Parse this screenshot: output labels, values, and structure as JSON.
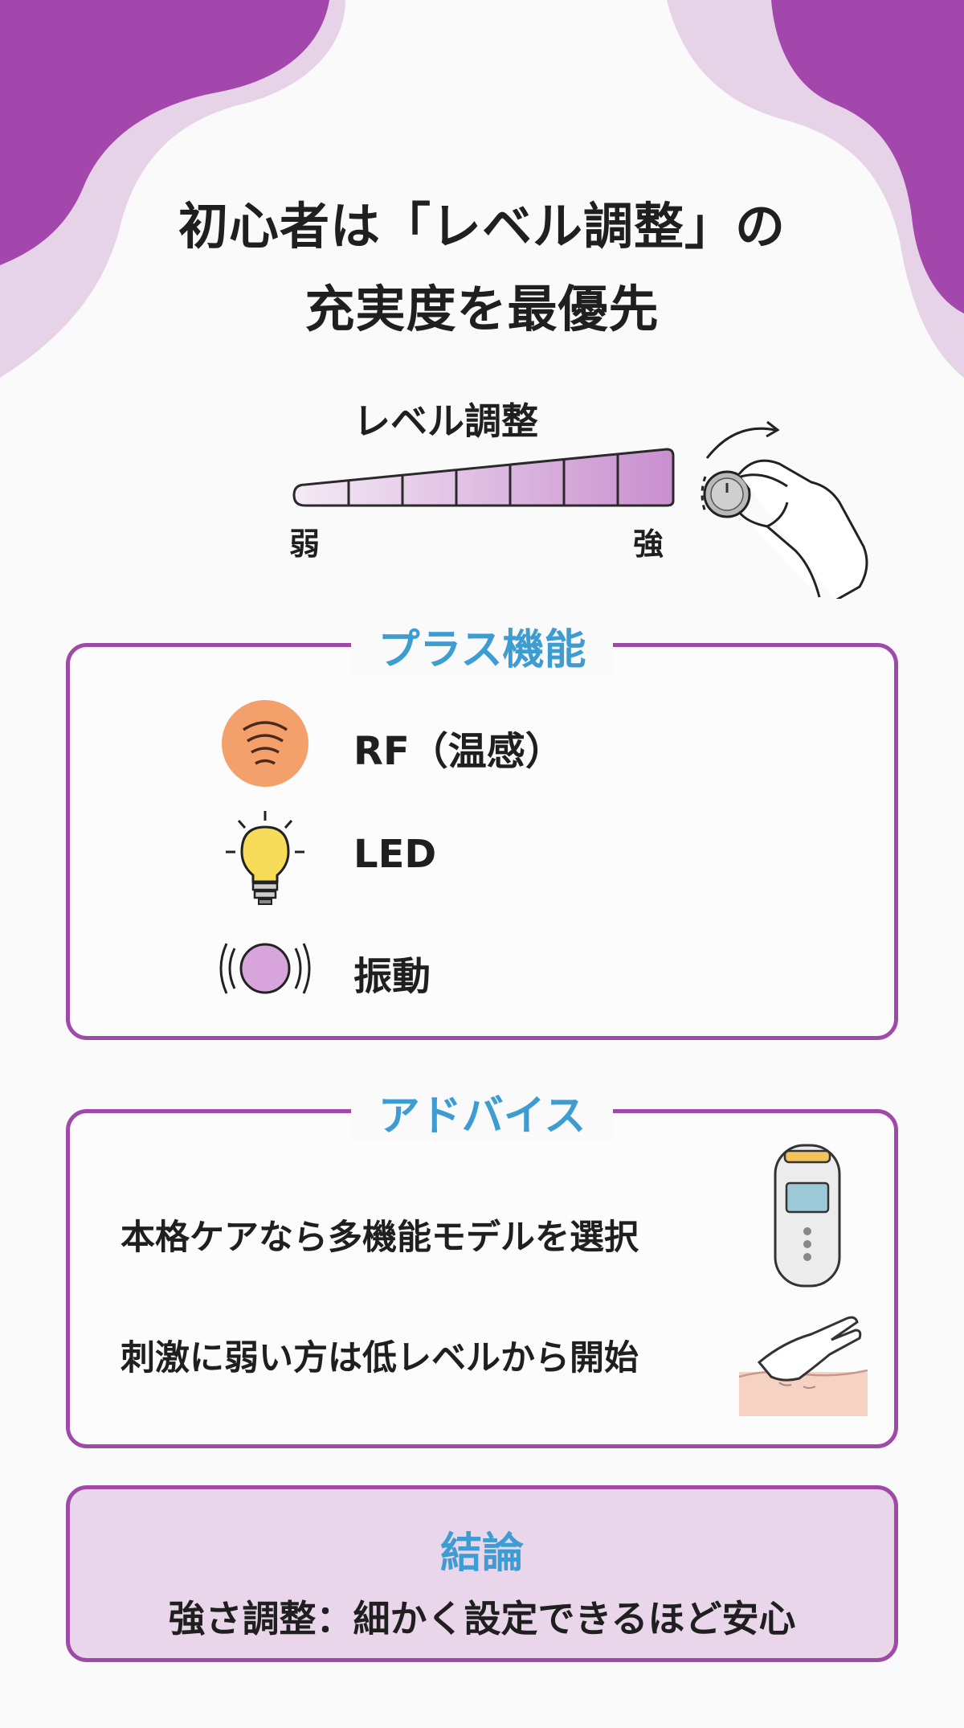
{
  "title": {
    "line1": "初心者は「レベル調整」の",
    "line2": "充実度を最優先"
  },
  "level": {
    "heading": "レベル調整",
    "weak": "弱",
    "strong": "強",
    "steps": 7
  },
  "features": {
    "title": "プラス機能",
    "items": [
      {
        "label": "RF（温感）",
        "icon": "heat-waves-icon"
      },
      {
        "label": "LED",
        "icon": "light-bulb-icon"
      },
      {
        "label": "振動",
        "icon": "vibration-icon"
      }
    ]
  },
  "advice": {
    "title": "アドバイス",
    "items": [
      {
        "text": "本格ケアなら多機能モデルを選択",
        "icon": "beauty-device-icon"
      },
      {
        "text": "刺激に弱い方は低レベルから開始",
        "icon": "hand-on-skin-icon"
      }
    ]
  },
  "conclusion": {
    "title": "結論",
    "text": "強さ調整：細かく設定できるほど安心"
  },
  "colors": {
    "accent_purple": "#a04aa8",
    "title_blue": "#3d9cd2",
    "light_purple": "#e9d6ea",
    "rf_orange": "#f4a06a",
    "bulb_yellow": "#f7dc5a"
  }
}
